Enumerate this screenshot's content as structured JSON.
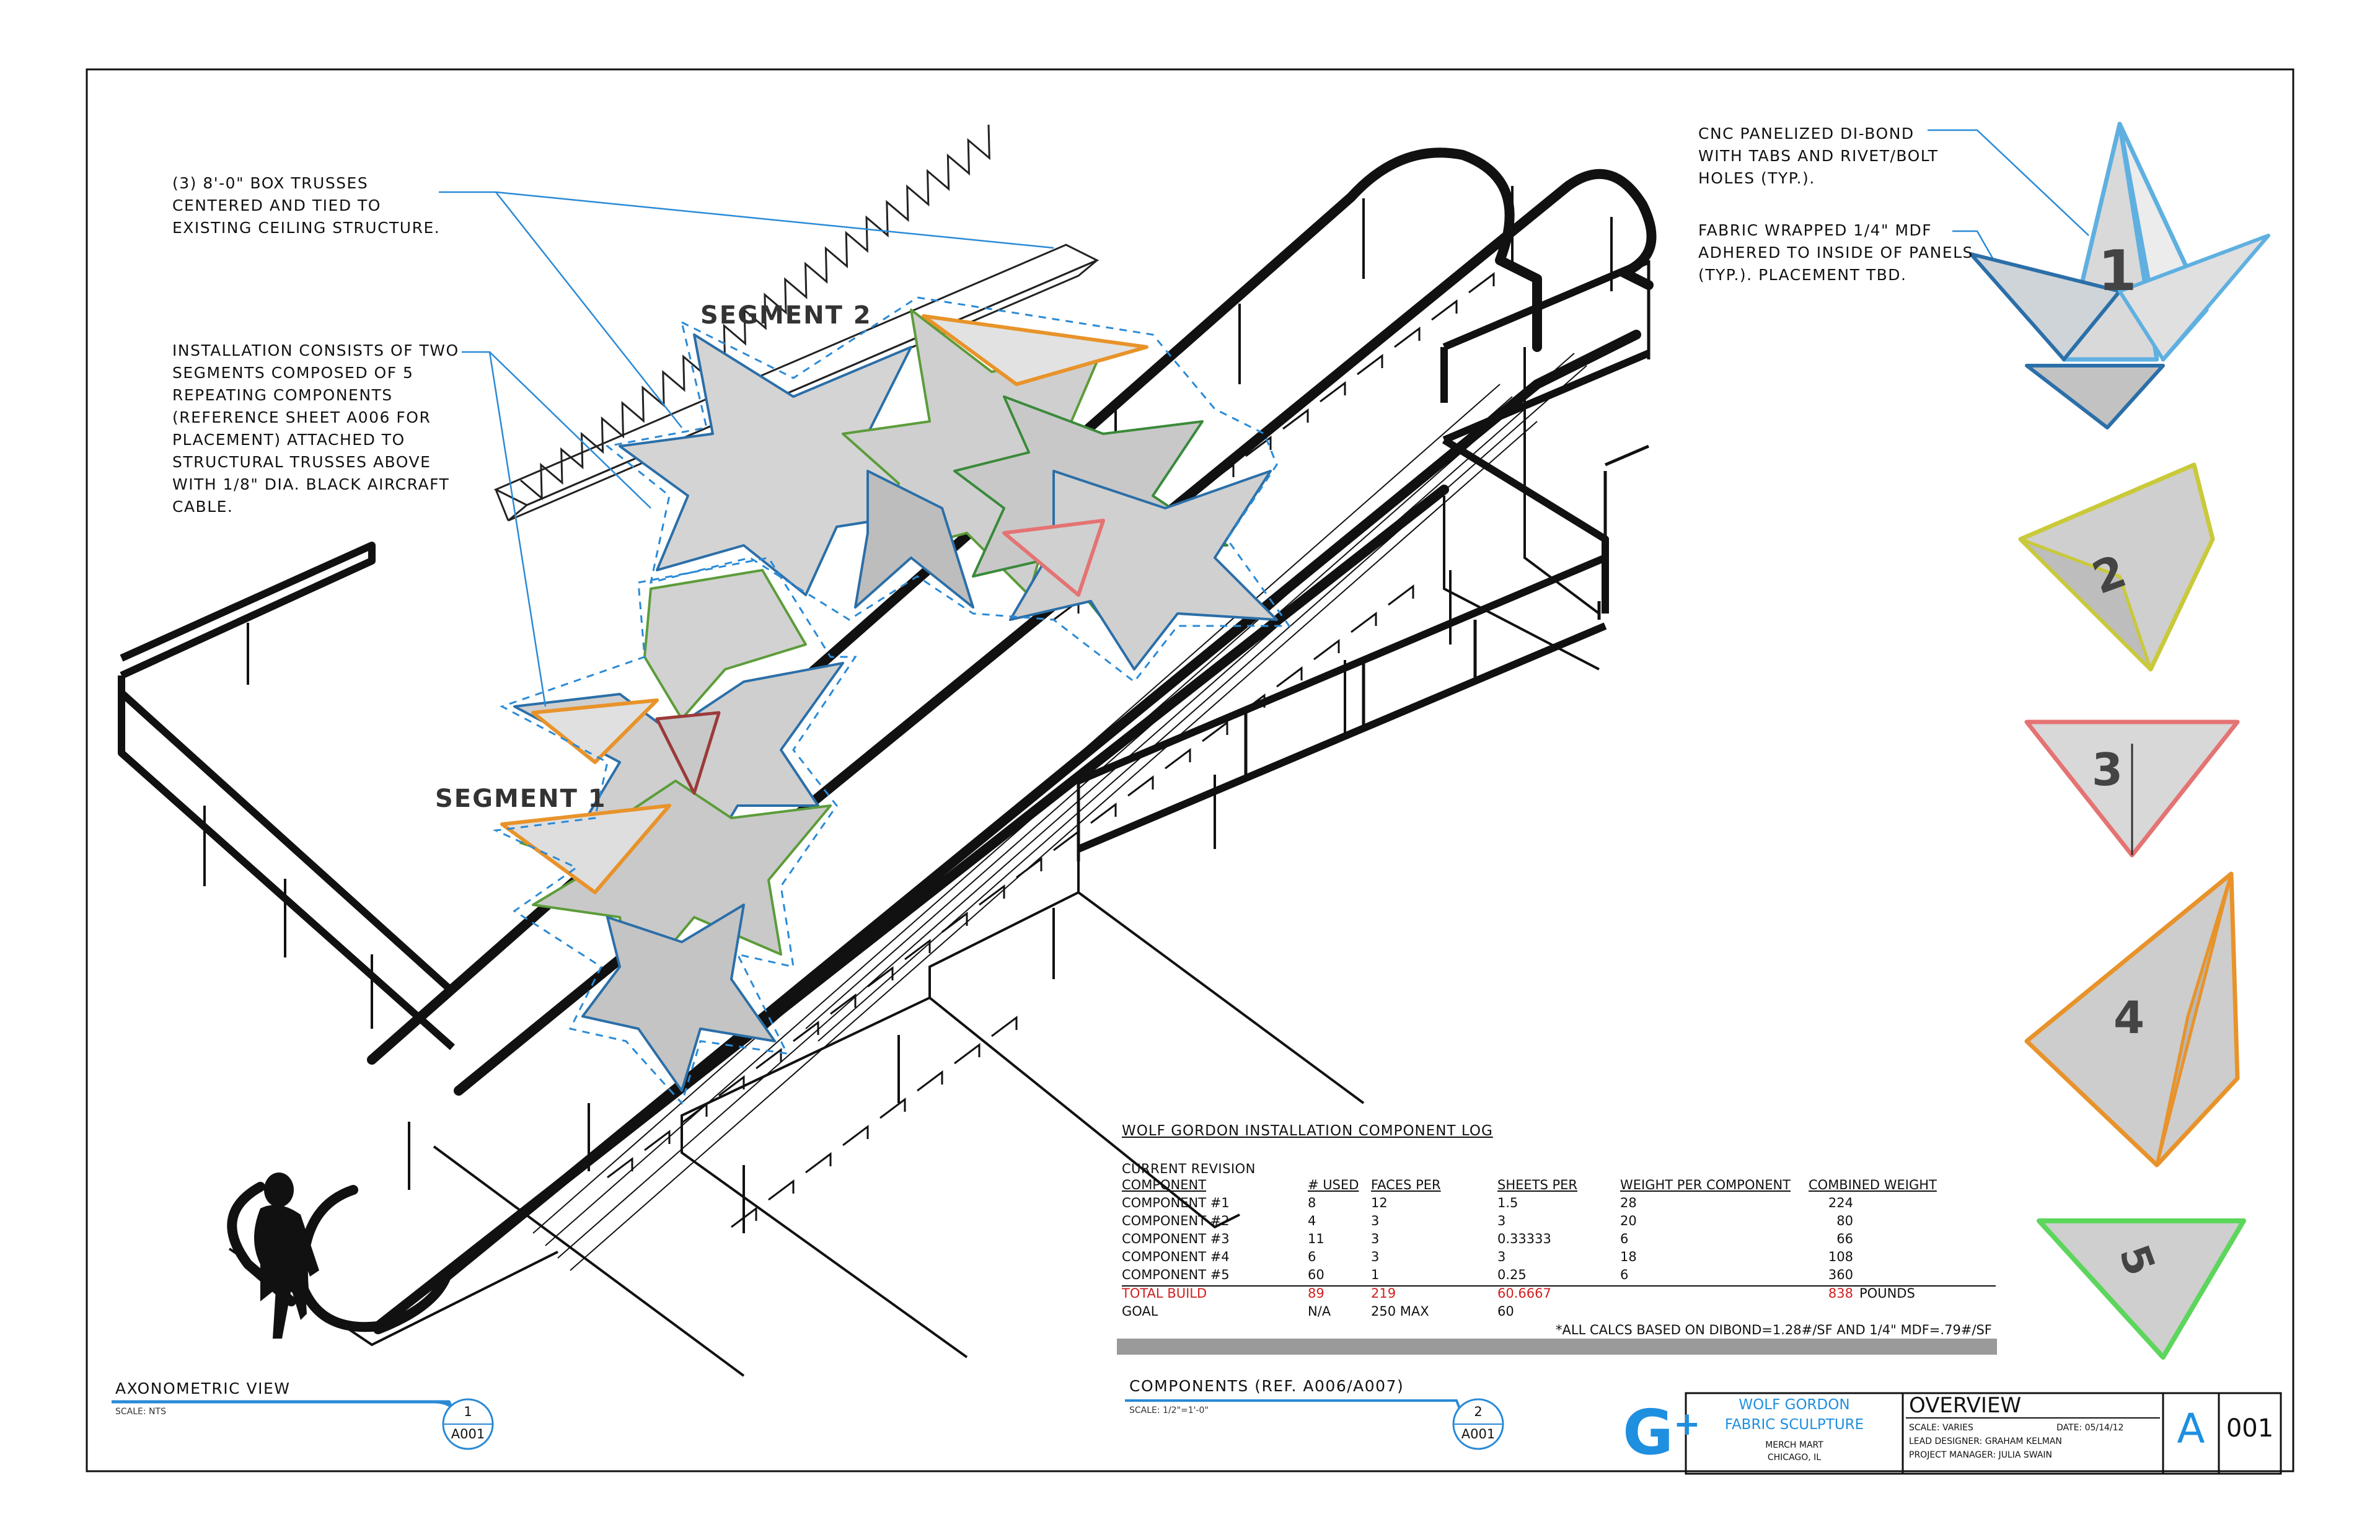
{
  "notes": {
    "trusses": "(3) 8'-0\" BOX TRUSSES\nCENTERED AND TIED TO\nEXISTING CEILING STRUCTURE.",
    "installation": "INSTALLATION CONSISTS OF TWO\nSEGMENTS COMPOSED OF 5\nREPEATING COMPONENTS\n(REFERENCE SHEET A006 FOR\nPLACEMENT) ATTACHED TO\nSTRUCTURAL TRUSSES ABOVE\nWITH 1/8\" DIA. BLACK AIRCRAFT\nCABLE.",
    "cnc": "CNC PANELIZED DI-BOND\nWITH TABS AND RIVET/BOLT\nHOLES (TYP.).",
    "fabric": "FABRIC WRAPPED 1/4\" MDF\nADHERED TO INSIDE OF PANELS\n(TYP.).  PLACEMENT TBD."
  },
  "segments": {
    "segment1": "SEGMENT 1",
    "segment2": "SEGMENT 2"
  },
  "component_numbers": [
    "1",
    "2",
    "3",
    "4",
    "5"
  ],
  "component_colors": {
    "c1": "#4aa3d8",
    "c2": "#c9c93a",
    "c3": "#e57373",
    "c4": "#e8932a",
    "c5": "#5cd65c"
  },
  "log": {
    "title": "WOLF GORDON INSTALLATION COMPONENT LOG",
    "revision": "CURRENT REVISION",
    "headers": [
      "COMPONENT",
      "# USED",
      "FACES PER",
      "SHEETS PER",
      "WEIGHT PER COMPONENT",
      "COMBINED WEIGHT"
    ],
    "rows": [
      [
        "COMPONENT #1",
        "8",
        "12",
        "1.5",
        "28",
        "224"
      ],
      [
        "COMPONENT #2",
        "4",
        "3",
        "3",
        "20",
        "80"
      ],
      [
        "COMPONENT #3",
        "11",
        "3",
        "0.33333",
        "6",
        "66"
      ],
      [
        "COMPONENT #4",
        "6",
        "3",
        "3",
        "18",
        "108"
      ],
      [
        "COMPONENT #5",
        "60",
        "1",
        "0.25",
        "6",
        "360"
      ]
    ],
    "total": [
      "TOTAL BUILD",
      "89",
      "219",
      "60.6667",
      "",
      "838"
    ],
    "total_unit": "POUNDS",
    "goal": [
      "GOAL",
      "N/A",
      "250 MAX",
      "60",
      "",
      ""
    ],
    "footnote": "*ALL CALCS BASED ON DIBOND=1.28#/SF AND 1/4\" MDF=.79#/SF"
  },
  "views": {
    "axonometric": {
      "title": "AXONOMETRIC VIEW",
      "scale": "SCALE: NTS",
      "number": "1",
      "sheet": "A001"
    },
    "components": {
      "title": "COMPONENTS (REF. A006/A007)",
      "scale": "SCALE: 1/2\"=1'-0\"",
      "number": "2",
      "sheet": "A001"
    }
  },
  "titleblock": {
    "logo": "G",
    "logo_plus": "+",
    "project_line1": "WOLF GORDON",
    "project_line2": "FABRIC SCULPTURE",
    "location_line1": "MERCH MART",
    "location_line2": "CHICAGO, IL",
    "sheet_title": "OVERVIEW",
    "scale": "SCALE: VARIES",
    "date": "DATE: 05/14/12",
    "lead_designer": "LEAD DESIGNER: GRAHAM KELMAN",
    "project_manager": "PROJECT MANAGER: JULIA SWAIN",
    "sheet_letter": "A",
    "sheet_number": "001"
  }
}
